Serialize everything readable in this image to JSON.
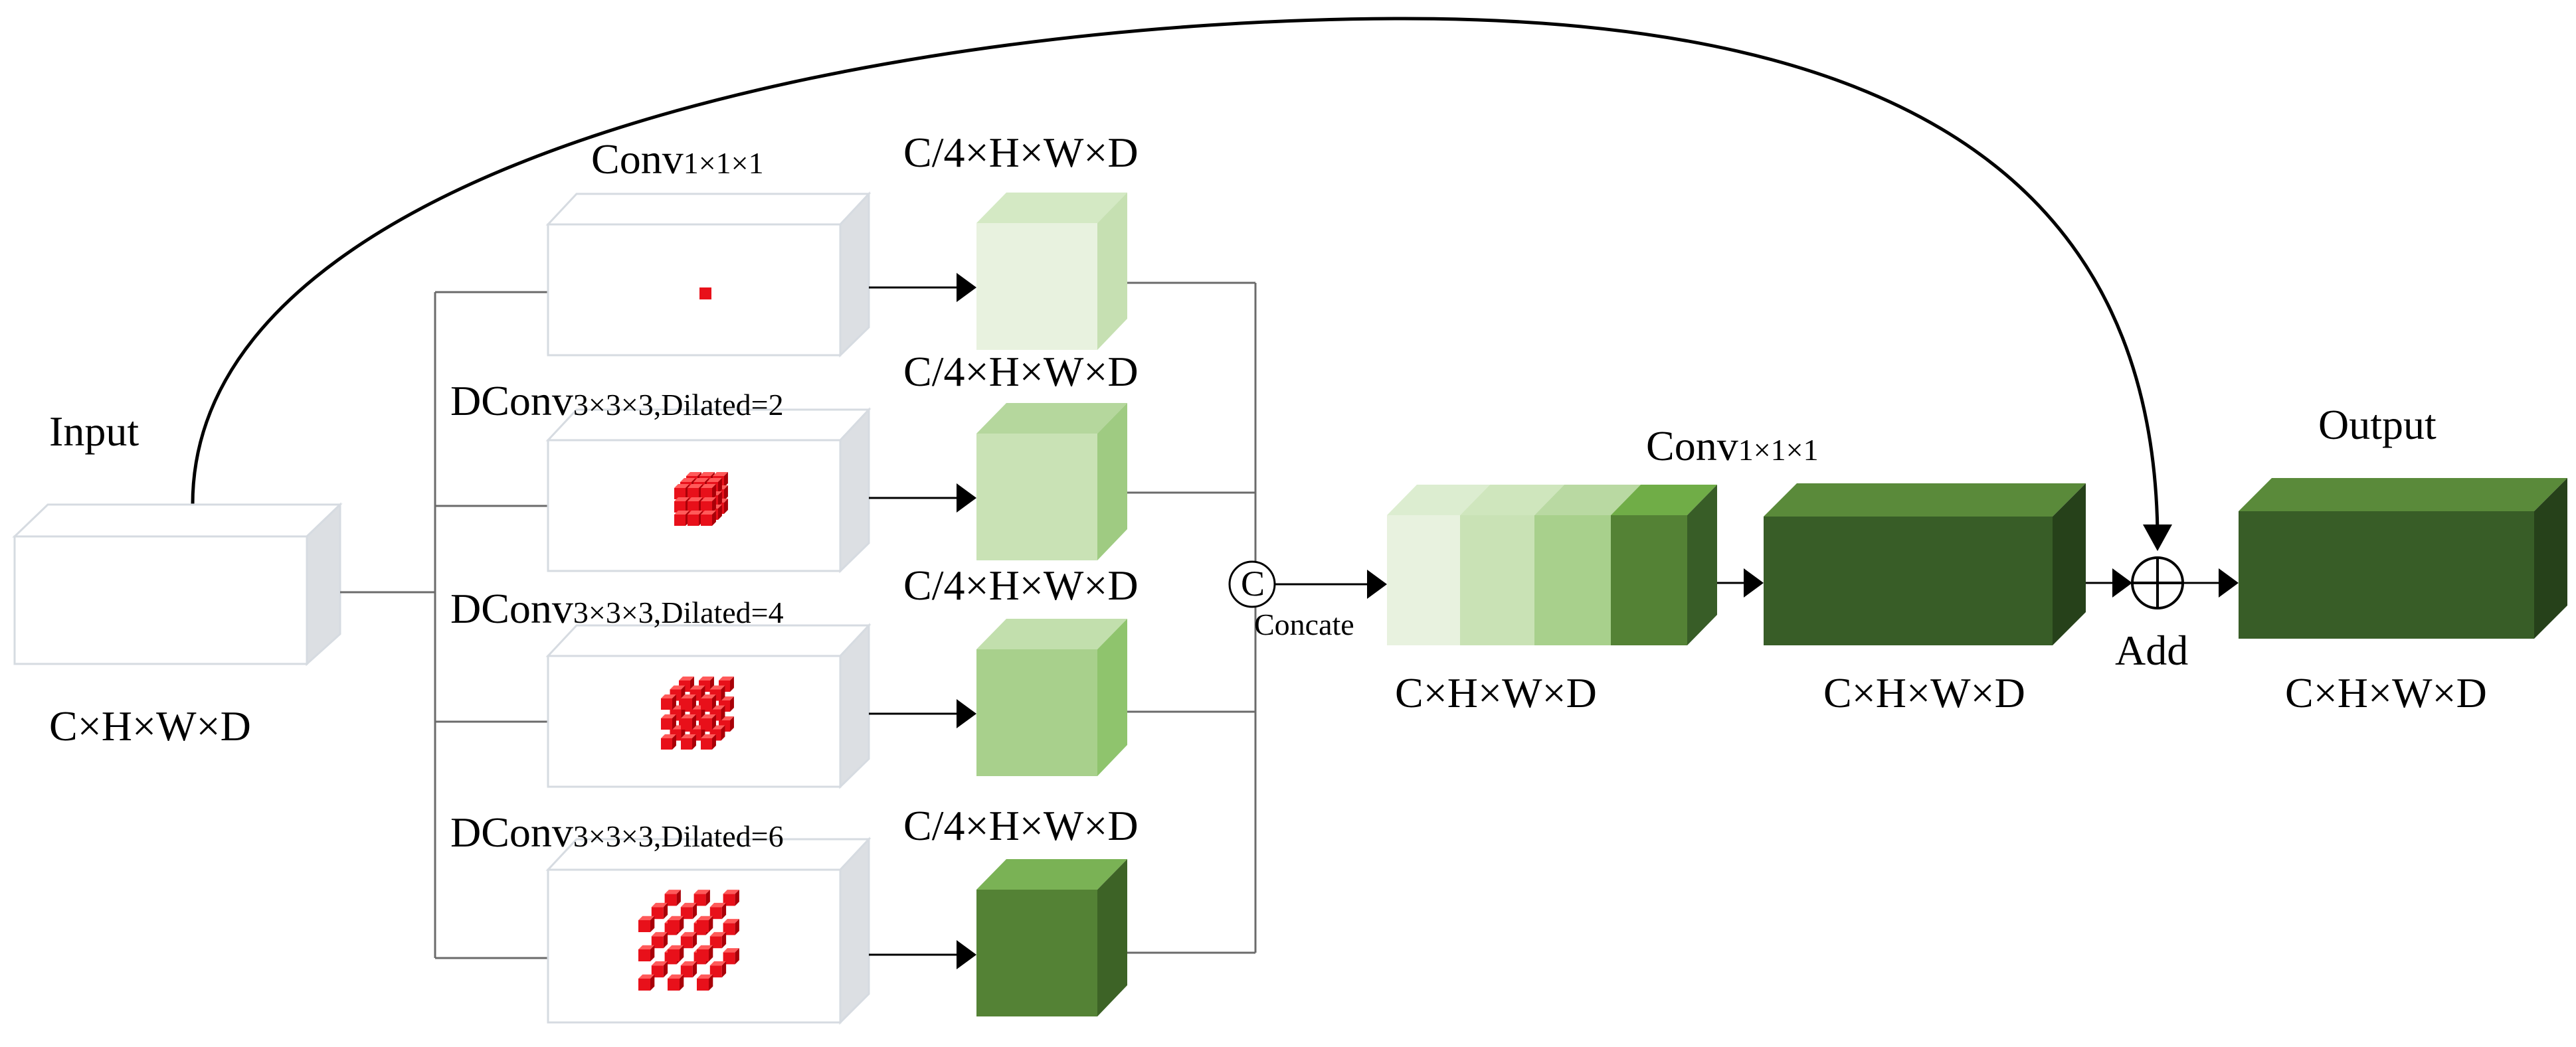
{
  "input": {
    "label": "Input",
    "dims": "C×H×W×D"
  },
  "branches": [
    {
      "op": "Conv",
      "op_suffix": "1×1×1",
      "out_dims": "C/4×H×W×D"
    },
    {
      "op": "DConv",
      "op_suffix": "3×3×3,Dilated=2",
      "out_dims": "C/4×H×W×D"
    },
    {
      "op": "DConv",
      "op_suffix": "3×3×3,Dilated=4",
      "out_dims": "C/4×H×W×D"
    },
    {
      "op": "DConv",
      "op_suffix": "3×3×3,Dilated=6",
      "out_dims": "C/4×H×W×D"
    }
  ],
  "concat": {
    "symbol": "C",
    "label": "Concate",
    "dims": "C×H×W×D"
  },
  "conv_after_concat": {
    "op": "Conv",
    "op_suffix": "1×1×1",
    "dims": "C×H×W×D"
  },
  "add": {
    "label": "Add"
  },
  "output": {
    "label": "Output",
    "dims": "C×H×W×D"
  },
  "colors": {
    "box_face": "#ffffff",
    "box_side": "#dde0e4",
    "kernel_red": "#e8101a",
    "green_1": "#e8f2df",
    "green_2": "#c9e2b5",
    "green_3": "#a8d08c",
    "green_4": "#548235",
    "dark_green": "#385d27",
    "line": "#000000"
  }
}
